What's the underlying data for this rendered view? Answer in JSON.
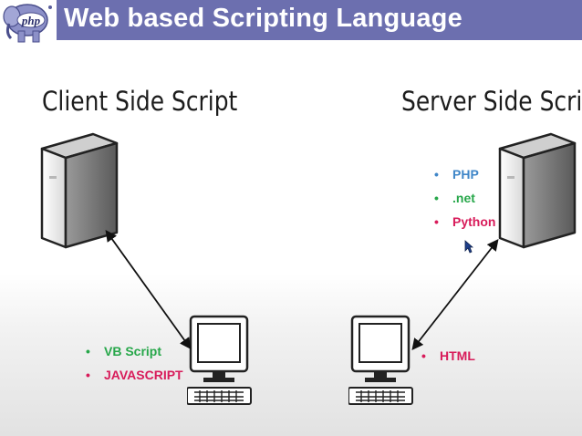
{
  "header": {
    "title": "Web based Scripting Language",
    "logo_text": "php",
    "bg_color": "#6c6faf"
  },
  "client": {
    "title": "Client Side Script",
    "items": [
      {
        "label": "VB Script",
        "color": "#27a74a"
      },
      {
        "label": "JAVASCRIPT",
        "color": "#d81b5a"
      }
    ]
  },
  "server": {
    "title": "Server Side Script",
    "items": [
      {
        "label": "PHP",
        "color": "#3f86c8"
      },
      {
        "label": ".net",
        "color": "#27a74a"
      },
      {
        "label": "Python",
        "color": "#d81b5a"
      }
    ]
  },
  "output": {
    "items": [
      {
        "label": "HTML",
        "color": "#d81b5a"
      }
    ]
  },
  "icons": [
    "php-elephant-logo-icon",
    "server-tower-icon",
    "desktop-computer-icon",
    "mouse-cursor-icon"
  ]
}
